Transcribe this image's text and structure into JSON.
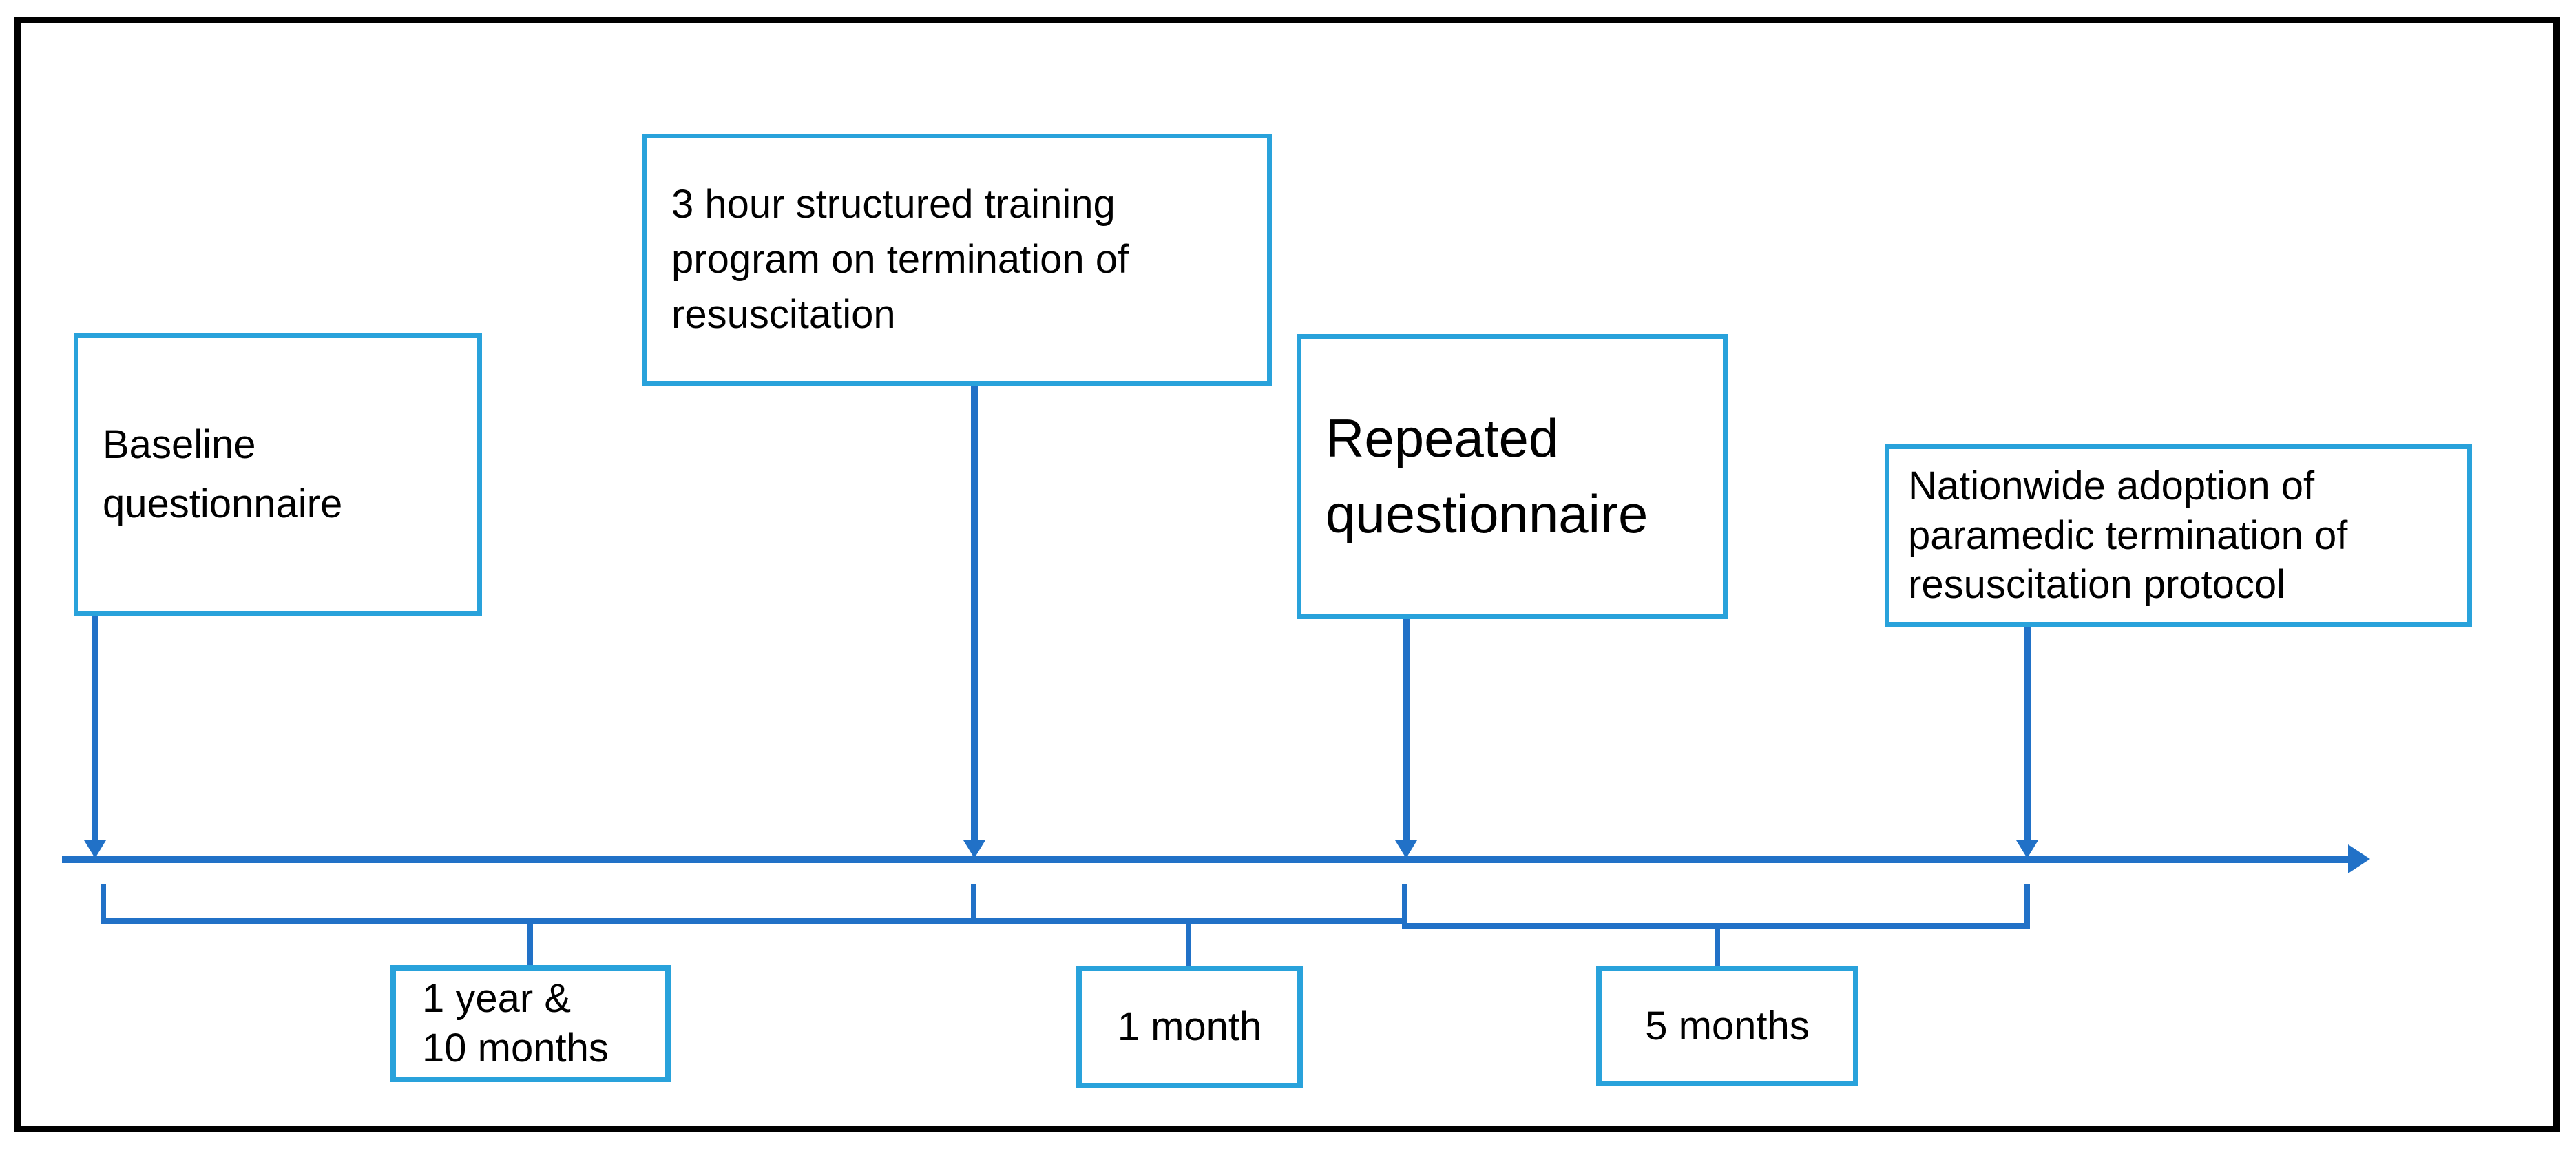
{
  "colors": {
    "background": "#FFFFFF",
    "frame": "#000000",
    "text": "#000000",
    "box-border": "#29A2DB",
    "arrow-blue": "#2171C7"
  },
  "events": {
    "baseline": {
      "text": "Baseline\nquestionnaire"
    },
    "training": {
      "text": "3 hour structured training\nprogram on termination of\nresuscitation"
    },
    "repeated": {
      "text": "Repeated\nquestionnaire"
    },
    "nationwide": {
      "text": "Nationwide adoption of\nparamedic termination of\nresuscitation protocol"
    }
  },
  "intervals": {
    "first": {
      "text": "1 year &\n10 months"
    },
    "second": {
      "text": "1 month"
    },
    "third": {
      "text": "5 months"
    }
  }
}
